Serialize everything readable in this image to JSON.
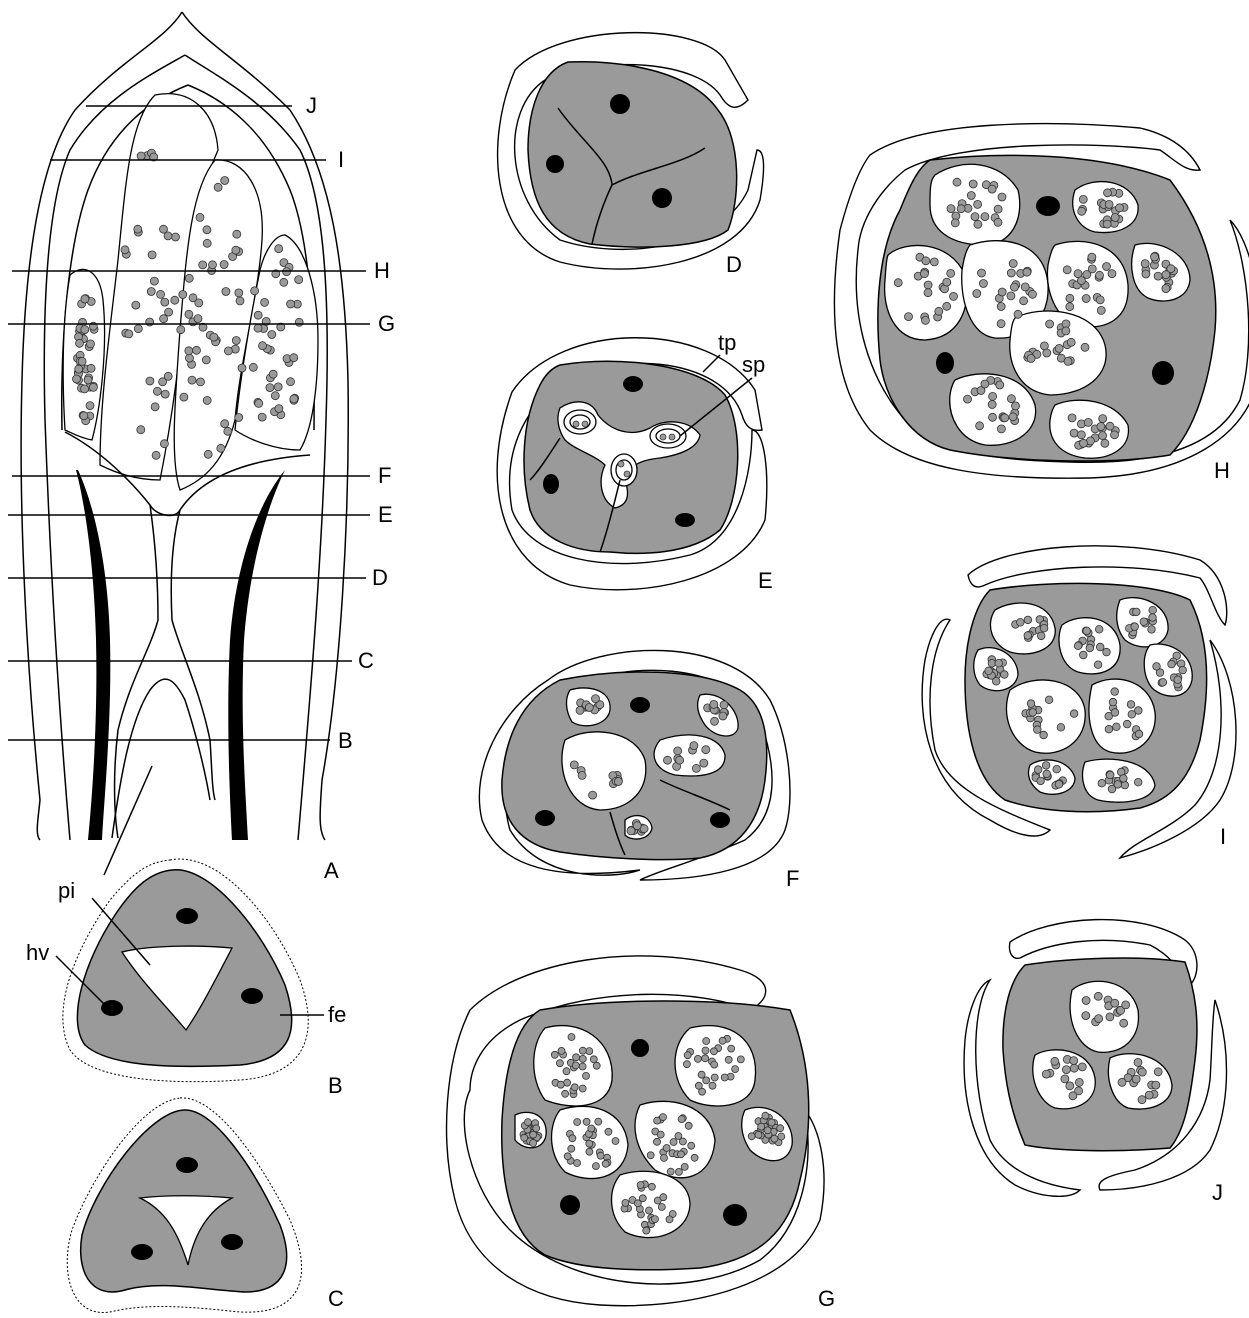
{
  "figure": {
    "panels": [
      {
        "id": "A",
        "label": "A"
      },
      {
        "id": "B",
        "label": "B"
      },
      {
        "id": "C",
        "label": "C"
      },
      {
        "id": "D",
        "label": "D"
      },
      {
        "id": "E",
        "label": "E"
      },
      {
        "id": "F",
        "label": "F"
      },
      {
        "id": "G",
        "label": "G"
      },
      {
        "id": "H",
        "label": "H"
      },
      {
        "id": "I",
        "label": "I"
      },
      {
        "id": "J",
        "label": "J"
      }
    ],
    "section_lines": {
      "J": "J",
      "I": "I",
      "H": "H",
      "G": "G",
      "F": "F",
      "E": "E",
      "D": "D",
      "C": "C",
      "B": "B"
    },
    "annotations": {
      "pi": "pi",
      "hv": "hv",
      "fe": "fe",
      "tp": "tp",
      "sp": "sp"
    },
    "colors": {
      "tissue": "#9a9a9a",
      "ink": "#000000",
      "background": "#ffffff"
    }
  }
}
